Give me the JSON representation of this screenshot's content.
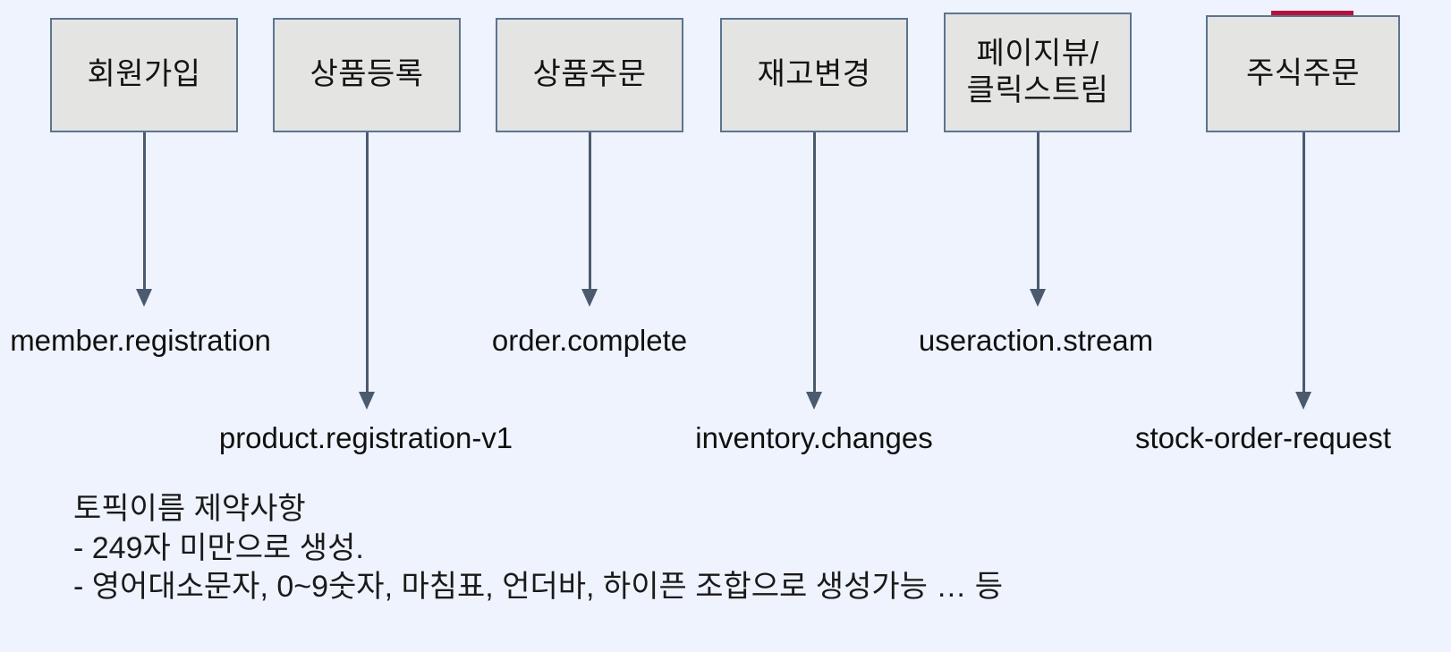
{
  "diagram": {
    "background_color": "#eef3fd",
    "box_fill_color": "#e4e4e3",
    "box_border_color": "#5b7490",
    "arrow_color": "#4c5a6e",
    "accent_color": "#b5123a",
    "sources": [
      {
        "label": "회원가입",
        "topic": "member.registration",
        "topic_row": "upper"
      },
      {
        "label": "상품등록",
        "topic": "product.registration-v1",
        "topic_row": "lower"
      },
      {
        "label": "상품주문",
        "topic": "order.complete",
        "topic_row": "upper"
      },
      {
        "label": "재고변경",
        "topic": "inventory.changes",
        "topic_row": "lower"
      },
      {
        "label": "페이지뷰/\n클릭스트림",
        "topic": "useraction.stream",
        "topic_row": "upper"
      },
      {
        "label": "주식주문",
        "topic": "stock-order-request",
        "topic_row": "lower"
      }
    ]
  },
  "constraints": {
    "title": "토픽이름 제약사항",
    "lines": [
      "-  249자 미만으로 생성.",
      "-  영어대소문자, 0~9숫자, 마침표, 언더바, 하이픈 조합으로 생성가능 … 등"
    ]
  }
}
